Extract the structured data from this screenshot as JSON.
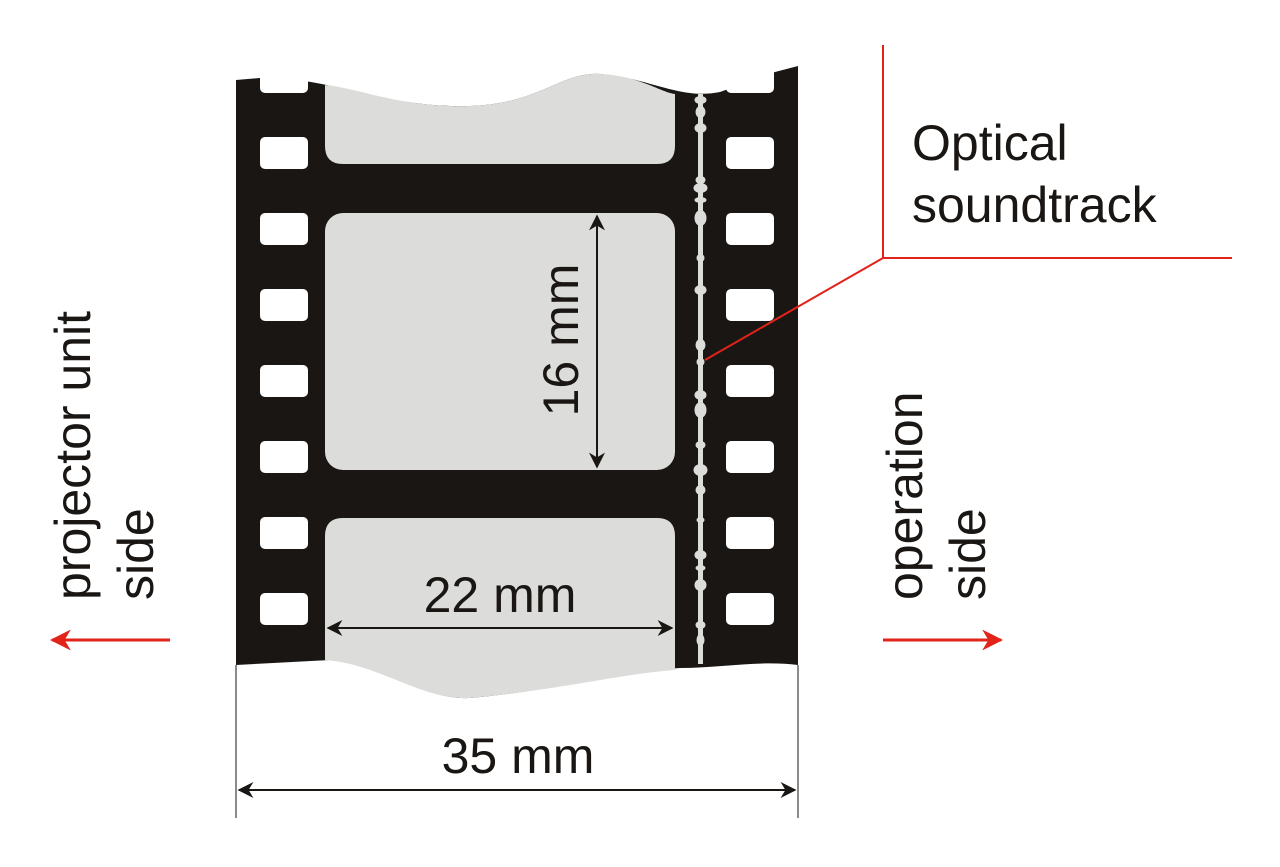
{
  "labels": {
    "frame_height": "16 mm",
    "frame_width": "22 mm",
    "film_width": "35 mm",
    "soundtrack_line1": "Optical",
    "soundtrack_line2": "soundtrack",
    "left_side_line1": "projector unit",
    "left_side_line2": "side",
    "right_side_line1": "operation",
    "right_side_line2": "side"
  },
  "colors": {
    "film": "#1a1613",
    "frame": "#dcdcdb",
    "accent": "#e2231a"
  }
}
